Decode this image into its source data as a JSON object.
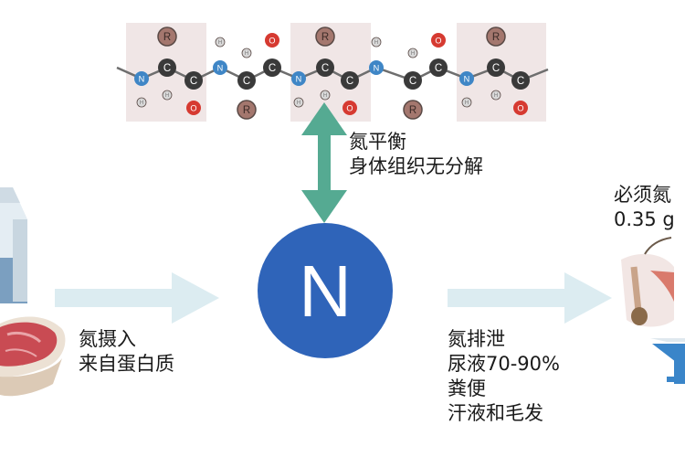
{
  "center_node": {
    "symbol": "N",
    "fill": "#2f64b9"
  },
  "balance": {
    "line1": "氮平衡",
    "line2": "身体组织无分解",
    "color": "#55aa92"
  },
  "intake": {
    "line1": "氮摄入",
    "line2": "来自蛋白质"
  },
  "excretion": {
    "line1": "氮排泄",
    "line2": "尿液70-90%",
    "line3": "粪便",
    "line4": "汗液和毛发"
  },
  "required": {
    "line1": "必须氮",
    "line2": "0.35 g"
  },
  "peptide": {
    "atoms": {
      "carbon": "C",
      "nitrogen": "N",
      "oxygen": "O",
      "r_group": "R",
      "hydrogen": "H"
    },
    "colors": {
      "carbon": "#3a3a3a",
      "nitrogen": "#3f86c6",
      "oxygen": "#d63a31",
      "r_group": "#a4776e",
      "hydrogen": "#d8d8d8",
      "panel": "#f0e6e6"
    }
  },
  "arrow_color": "#dcecf1"
}
